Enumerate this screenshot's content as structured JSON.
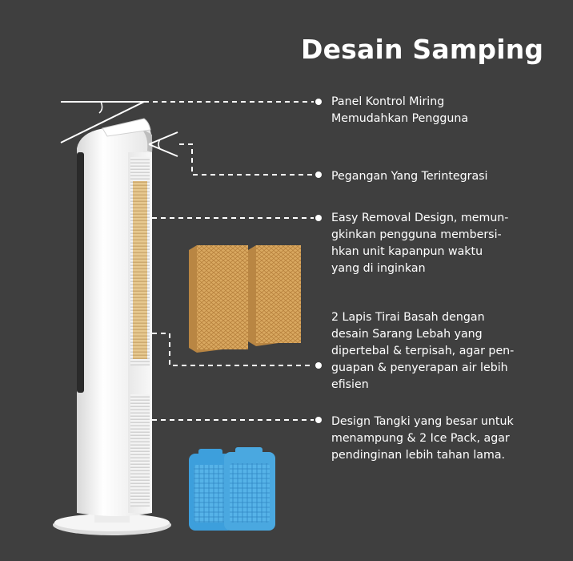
{
  "title": "Desain Samping",
  "features": [
    {
      "text": "Panel Kontrol Miring\nMemudahkan Pengguna"
    },
    {
      "text": "Pegangan Yang Terintegrasi"
    },
    {
      "text": "Easy Removal Design, memun-\ngkinkan pengguna membersi-\nhkan unit kapanpun waktu\nyang di inginkan"
    },
    {
      "text": "2 Lapis Tirai Basah dengan\ndesain Sarang Lebah yang\ndipertebal & terpisah, agar pen-\nguapan & penyerapan air lebih\nefisien"
    },
    {
      "text": "Design Tangki yang besar untuk\nmenampung & 2 Ice Pack, agar\npendinginan lebih tahan lama."
    }
  ],
  "colors": {
    "background": "#3f3f3f",
    "text": "#ffffff",
    "fan_body": "#f2f2f2",
    "honeycomb": "#d9a860",
    "ice_pack": "#4aa8e0"
  }
}
